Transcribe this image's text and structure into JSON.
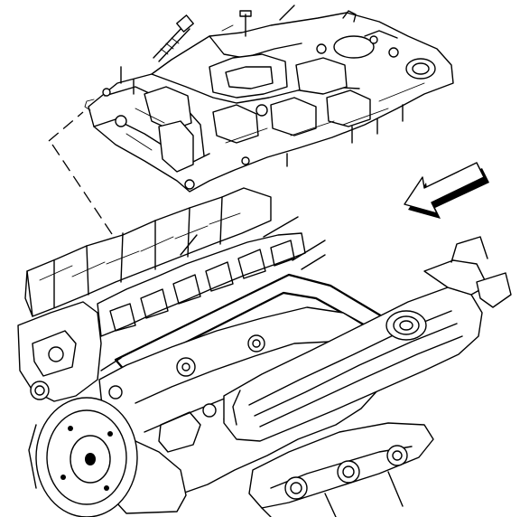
{
  "figure": {
    "parts": [
      "intake-manifold",
      "manifold-bolts",
      "intake-gaskets",
      "engine-block",
      "valve-cover",
      "harmonic-balancer"
    ],
    "direction_arrow_icon": "front-arrow-icon",
    "colors": {
      "ink": "#000000",
      "paper": "#ffffff"
    }
  }
}
